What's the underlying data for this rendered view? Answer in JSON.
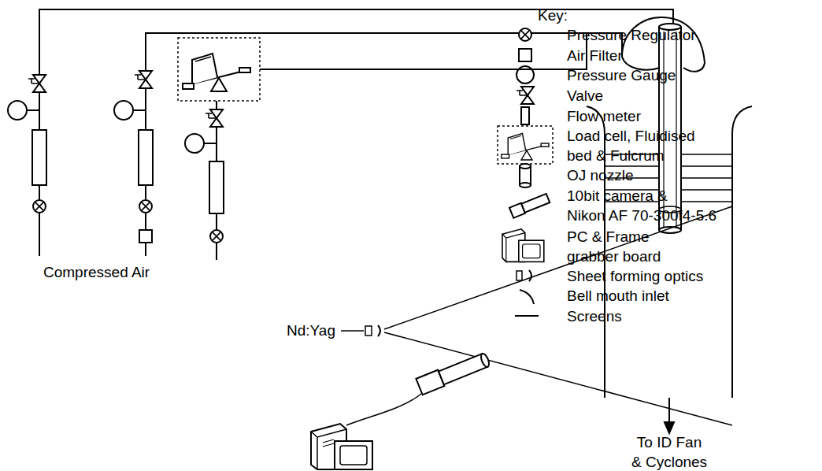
{
  "diagram": {
    "labels": [
      "Key:",
      "Compressed Air",
      "Nd:Yag",
      "To ID Fan & Cyclones"
    ],
    "legend": [
      {
        "text": "Pressure Regulator"
      },
      {
        "text": "Air Filter"
      },
      {
        "text": "Pressure Gauge"
      },
      {
        "text": "Valve"
      },
      {
        "text": "Flow meter"
      },
      {
        "text": "Load cell, Fluidised bed & Fulcrum"
      },
      {
        "text": "OJ nozzle"
      },
      {
        "text": "10bit camera & Nikon AF 70-300f4-5.6"
      },
      {
        "text": "PC & Frame grabber board"
      },
      {
        "text": "Sheet forming optics"
      },
      {
        "text": "Bell mouth inlet"
      },
      {
        "text": "Screens"
      }
    ]
  }
}
